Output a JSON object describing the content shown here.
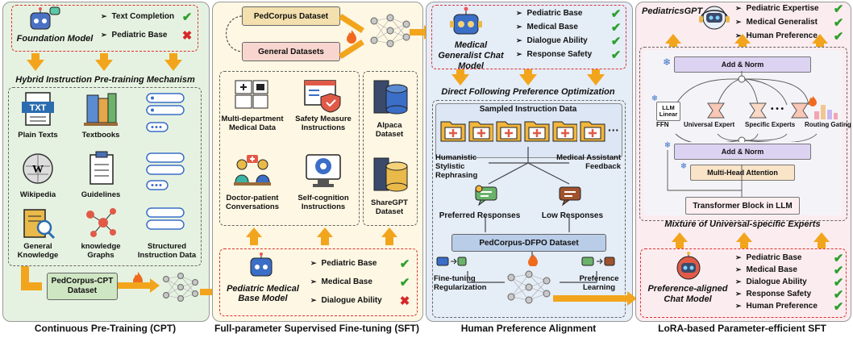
{
  "stages": {
    "cpt": "Continuous Pre-Training (CPT)",
    "sft": "Full-parameter Supervised Fine-tuning (SFT)",
    "hpa": "Human Preference Alignment",
    "lora": "LoRA-based Parameter-efficient SFT"
  },
  "cpt": {
    "model_title": "Foundation Model",
    "caps": [
      {
        "label": "Text Completion",
        "status": "check"
      },
      {
        "label": "Pediatric Base",
        "status": "cross"
      }
    ],
    "mechanism_title": "Hybrid Instruction Pre-training Mechanism",
    "sources": [
      "Plain Texts",
      "Textbooks",
      "Wikipedia",
      "Guidelines",
      "General Knowledge",
      "knowledge Graphs",
      "Structured Instruction Data"
    ],
    "txt_badge": "TXT",
    "dataset": "PedCorpus-CPT Dataset"
  },
  "sft": {
    "ped_dataset": "PedCorpus Dataset",
    "gen_dataset": "General Datasets",
    "sources": [
      "Multi-department Medical Data",
      "Safety Measure Instructions",
      "Doctor-patient Conversations",
      "Self-cognition Instructions",
      "Alpaca Dataset",
      "ShareGPT Dataset"
    ],
    "model_title": "Pediatric Medical Base Model",
    "caps": [
      {
        "label": "Pediatric Base",
        "status": "check"
      },
      {
        "label": "Medical Base",
        "status": "check"
      },
      {
        "label": "Dialogue Ability",
        "status": "cross"
      }
    ]
  },
  "hpa": {
    "model_title": "Medical Generalist Chat Model",
    "caps": [
      {
        "label": "Pediatric Base",
        "status": "check"
      },
      {
        "label": "Medical Base",
        "status": "check"
      },
      {
        "label": "Dialogue Ability",
        "status": "check"
      },
      {
        "label": "Response Safety",
        "status": "check"
      }
    ],
    "dpo_title": "Direct Following Preference Optimization",
    "sampled": "Sampled Instruction Data",
    "ellipsis": "···",
    "rephrase": "Humanistic Stylistic Rephrasing",
    "feedback": "Medical Assistant Feedback",
    "preferred": "Preferred Responses",
    "low": "Low Responses",
    "dataset": "PedCorpus-DFPO Dataset",
    "ft_reg": "Fine-tuning Regularization",
    "pref_learn": "Preference Learning"
  },
  "lora": {
    "model_title": "PediatricsGPT",
    "caps": [
      {
        "label": "Pediatric Expertise",
        "status": "check"
      },
      {
        "label": "Medical Generalist",
        "status": "check"
      },
      {
        "label": "Human Preference",
        "status": "check"
      }
    ],
    "add_norm_top": "Add & Norm",
    "add_norm_mid": "Add & Norm",
    "llm_linear": "LLM Linear",
    "ffn": "FFN",
    "universal_expert": "Universal Expert",
    "specific_experts": "Specific Experts",
    "routing": "Routing Gating",
    "dots": "• • •",
    "mha": "Multi-Head Attention",
    "transformer": "Transformer Block in LLM",
    "moe_title": "Mixture of Universal-specific Experts",
    "final_title": "Preference-aligned Chat Model",
    "final_caps": [
      {
        "label": "Pediatric Base",
        "status": "check"
      },
      {
        "label": "Medical Base",
        "status": "check"
      },
      {
        "label": "Dialogue Ability",
        "status": "check"
      },
      {
        "label": "Response Safety",
        "status": "check"
      },
      {
        "label": "Human Preference",
        "status": "check"
      }
    ]
  },
  "colors": {
    "cpt_bg": "#e6f2e1",
    "sft_bg": "#fdf7e3",
    "hpa_bg": "#e5edf7",
    "lora_bg": "#fbecef",
    "arrow": "#f2a51c",
    "check": "#2ca02c",
    "cross": "#d62728"
  },
  "icons": {
    "check": "✔",
    "cross": "✖",
    "bullet": "➢"
  }
}
